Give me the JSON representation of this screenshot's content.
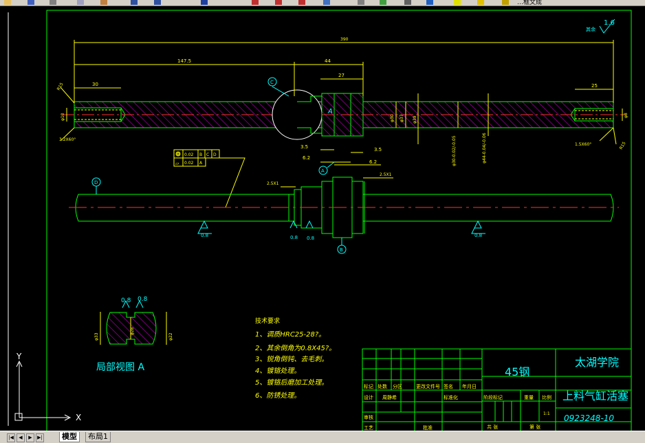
{
  "toolbar": {
    "partial_label": "…框文成"
  },
  "drawing": {
    "title_block": {
      "school": "太湖学院",
      "part_name": "上料气缸活塞",
      "drawing_no": "0923248-10",
      "material": "45钢",
      "scale": "1:1",
      "header_labels": [
        "标记",
        "处数",
        "分区",
        "更改文件号",
        "签名",
        "年月日"
      ],
      "designer_label": "设计",
      "designer_name": "周静希",
      "standard_label": "标准化",
      "stage_label": "阶段标记",
      "weight_label": "重量",
      "scale_label": "比例",
      "check_label": "审核",
      "craft_label": "工艺",
      "approve_label": "批准",
      "sheets_total": "共 张",
      "sheet_no": "第 张"
    },
    "roughness_note": {
      "label": "其余",
      "value": "1.6"
    },
    "tech_req": {
      "title": "技术要求",
      "items": [
        "1、调质HRC25-28?。",
        "2、其余倒角为0.8X45?。",
        "3、锐角倒钝、去毛刺。",
        "4、镀铬处理。",
        "5、镀铬后磨加工处理。",
        "6、防锈处理。"
      ]
    },
    "partial_view": {
      "title": "局部视图 A"
    },
    "dims": {
      "overall": "390",
      "d1475": "147.5",
      "d44": "44",
      "d27": "27",
      "d30": "30",
      "d25": "25",
      "d3_5a": "3.5",
      "d3_5b": "3.5",
      "d6_2a": "6.2",
      "d6_2b": "6.2",
      "chamfer_l": "2.5X1",
      "chamfer_r": "2.5X1",
      "thread_l": "3.2X60°",
      "thread_r": "1.5X60°",
      "r_left": "R15",
      "r_right": "R15",
      "phi_l": "φ10",
      "phi_r": "φ8",
      "phi_a": "φ30",
      "phi_b": "φ37",
      "phi_c": "φ39",
      "fit1": "φ30-0.02/-0.05",
      "fit2": "φ44-0.04/-0.06",
      "rough1": "0.8",
      "rough2": "0.8",
      "rough3": "0.8",
      "rough4": "0.8",
      "rough5": "0.8",
      "rough6": "0.8",
      "gtol1": "0.02",
      "gtol2": "0.02",
      "datum_b": "B",
      "datum_c": "C",
      "datum_d": "D",
      "datum_a": "A",
      "pv1": "φ33",
      "pv2": "φ28",
      "pv3": "φ22"
    },
    "labels": {
      "c": "C",
      "a": "A",
      "a2": "A",
      "b": "B",
      "d": "D"
    },
    "ucs": {
      "y": "Y",
      "x": "X"
    }
  },
  "status": {
    "tabs": [
      "模型",
      "布局1"
    ],
    "active": 0
  }
}
